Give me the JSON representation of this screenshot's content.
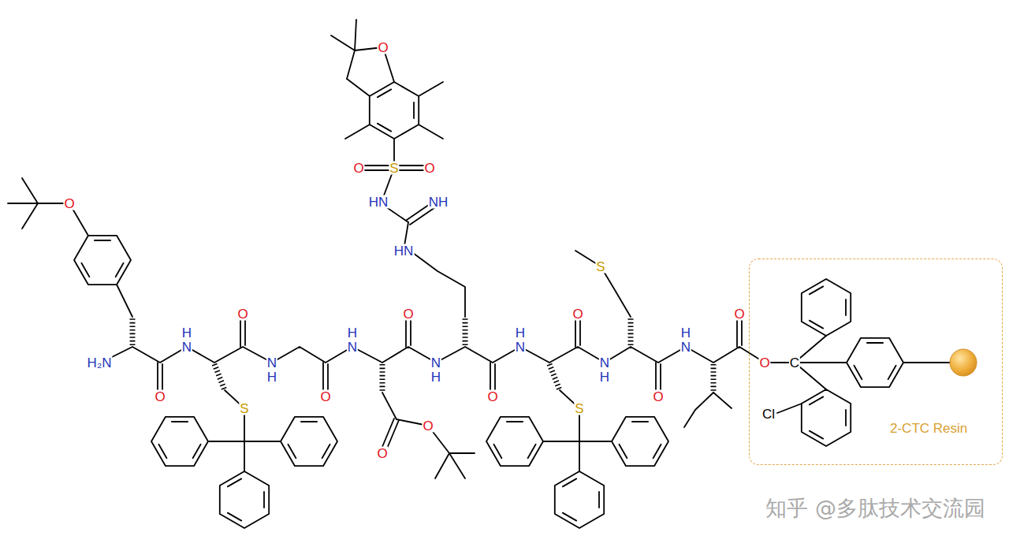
{
  "diagram": {
    "nodes": [
      {
        "text": [
          "2-CTC Resin"
        ]
      }
    ],
    "labels": [
      "O",
      "O",
      "S",
      "O",
      "HN",
      "NH",
      "O",
      "HN",
      "S",
      "O",
      "O",
      "O",
      "O",
      "H",
      "N",
      "H",
      "N",
      "H",
      "N",
      "H",
      "N",
      "H₂N",
      "N",
      "H",
      "N",
      "H",
      "N",
      "H",
      "O",
      "C",
      "O",
      "O",
      "O",
      "O",
      "S",
      "S",
      "Cl",
      "O",
      "O",
      "知乎 @多肽技术交流园"
    ]
  }
}
